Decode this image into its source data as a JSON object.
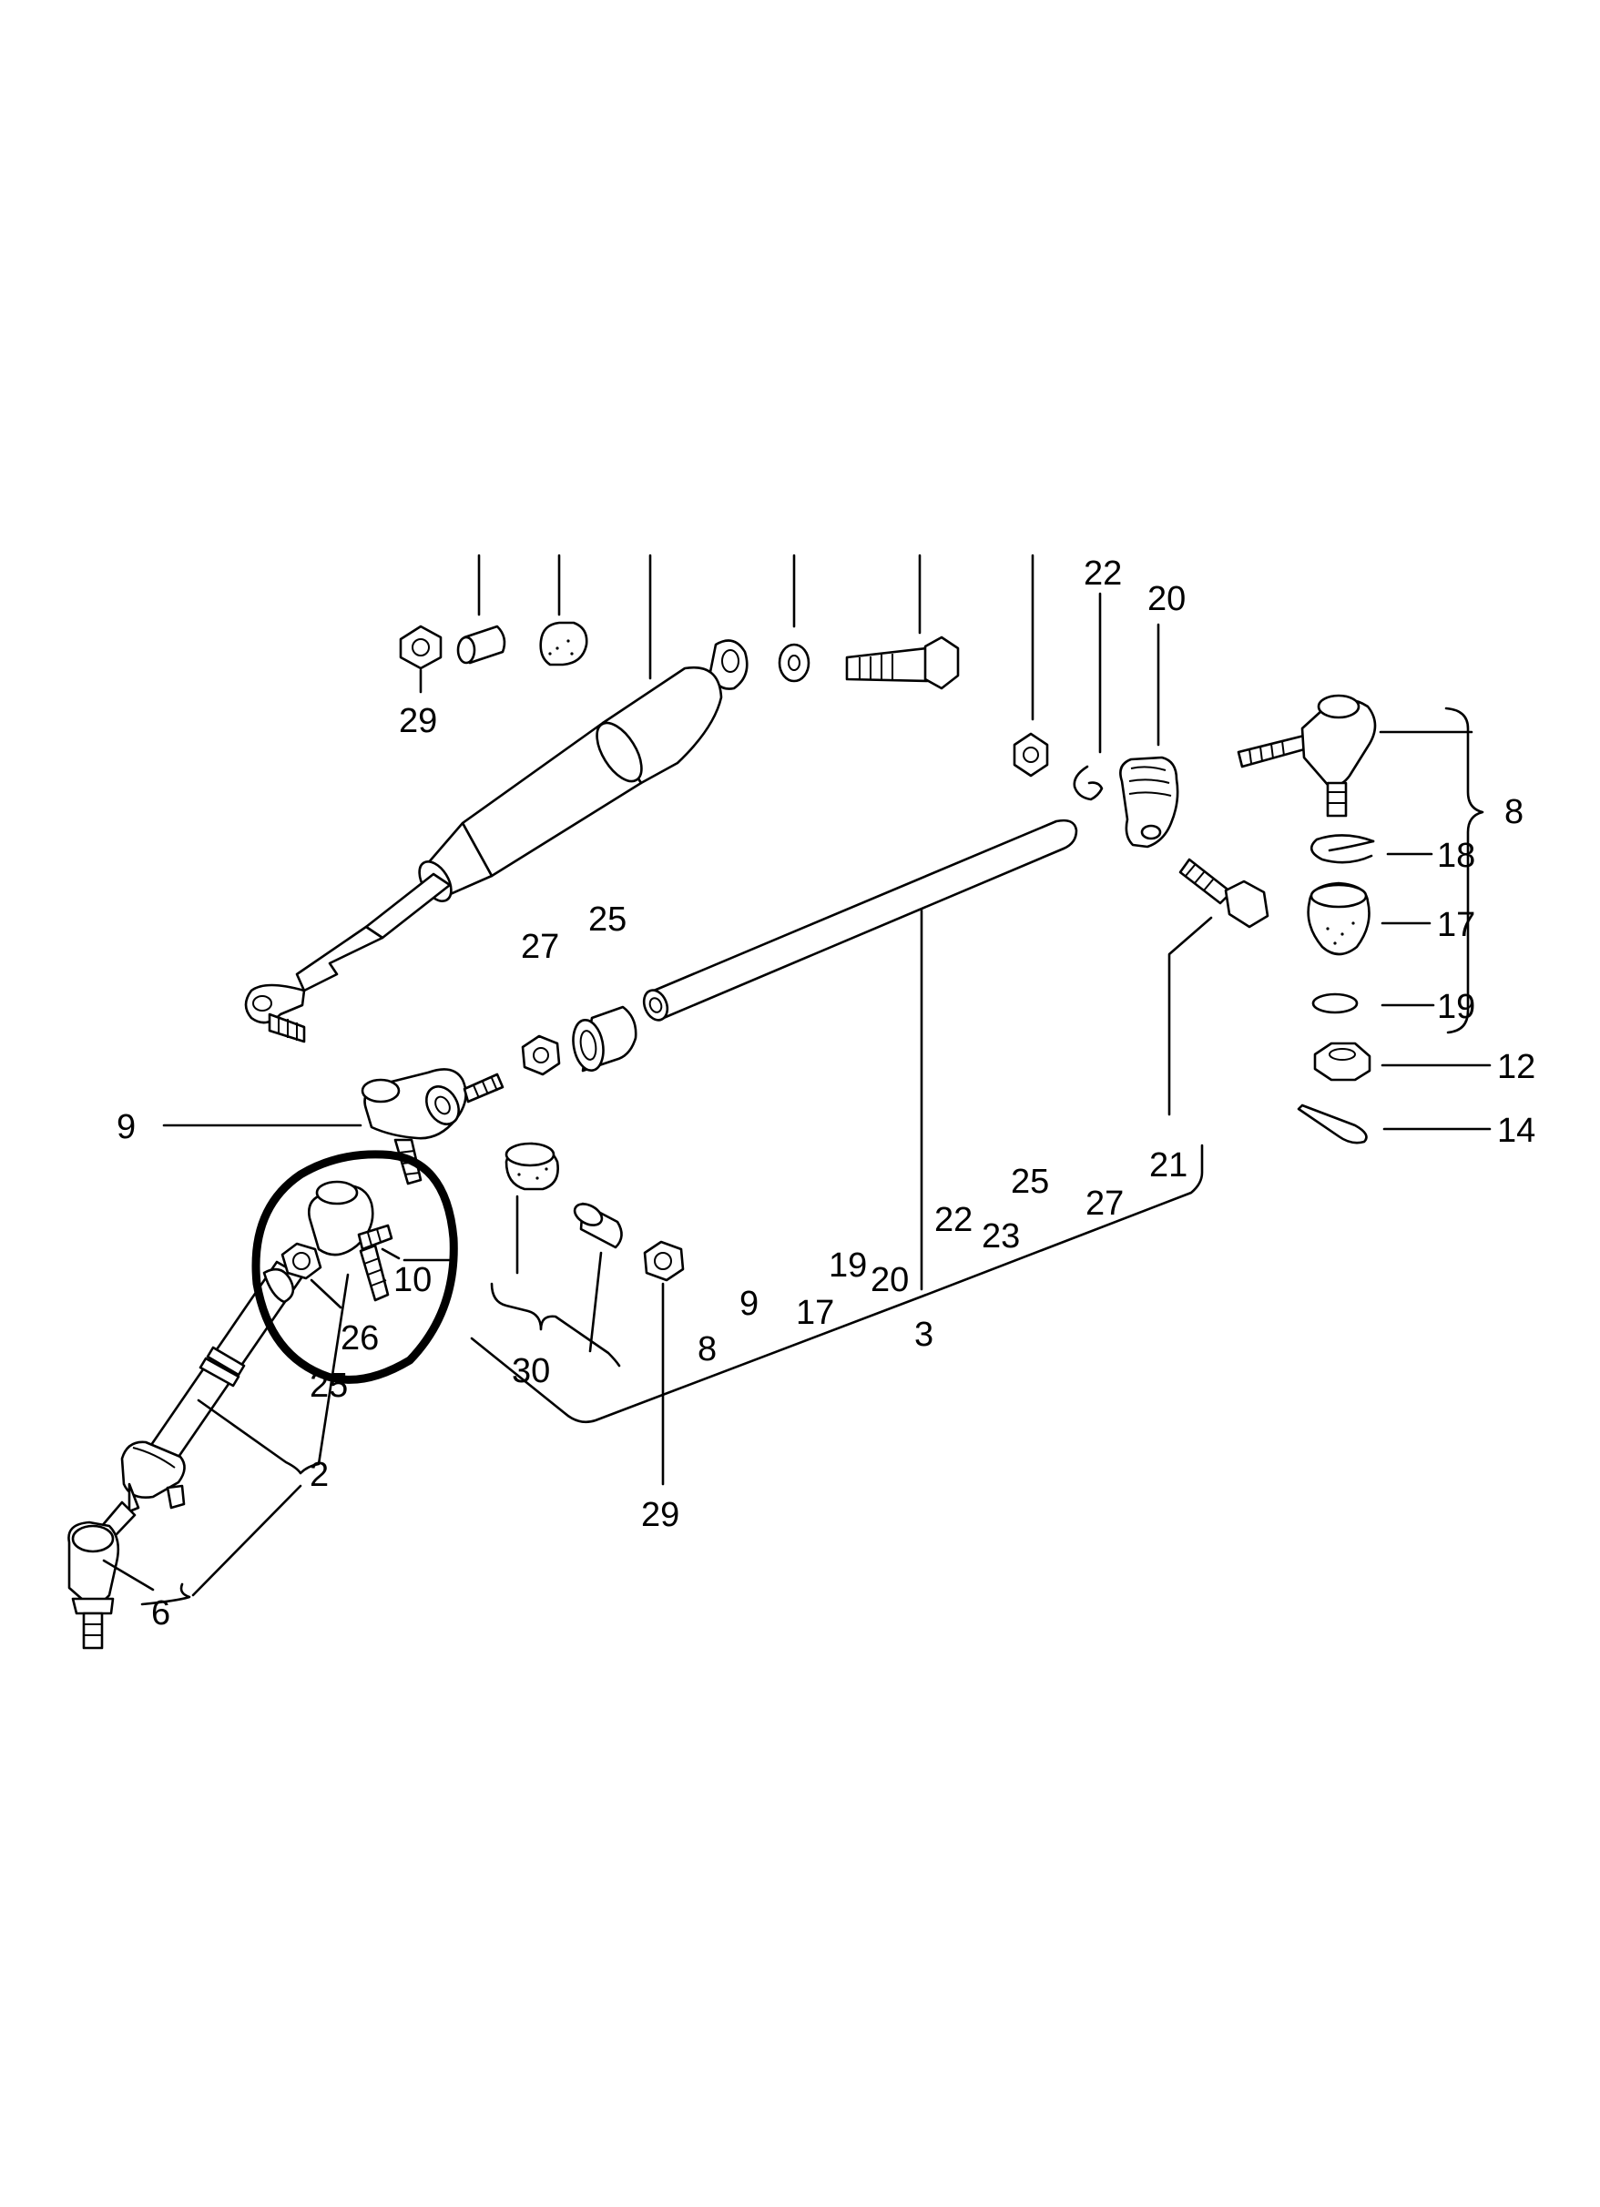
{
  "callouts": {
    "c29a": "29",
    "c22a": "22",
    "c20a": "20",
    "c8a": "8",
    "c18": "18",
    "c17a": "17",
    "c19a": "19",
    "c12": "12",
    "c14": "14",
    "c27a": "27",
    "c25a": "25",
    "c21": "21",
    "c9a": "9",
    "c10": "10",
    "c26": "26",
    "c25b": "25",
    "c2": "2",
    "c6": "6",
    "c30": "30",
    "c29b": "29",
    "c8b": "8",
    "c9b": "9",
    "c17b": "17",
    "c19b": "19",
    "c20b": "20",
    "c22b": "22",
    "c23": "23",
    "c25c": "25",
    "c27b": "27",
    "c3": "3"
  }
}
